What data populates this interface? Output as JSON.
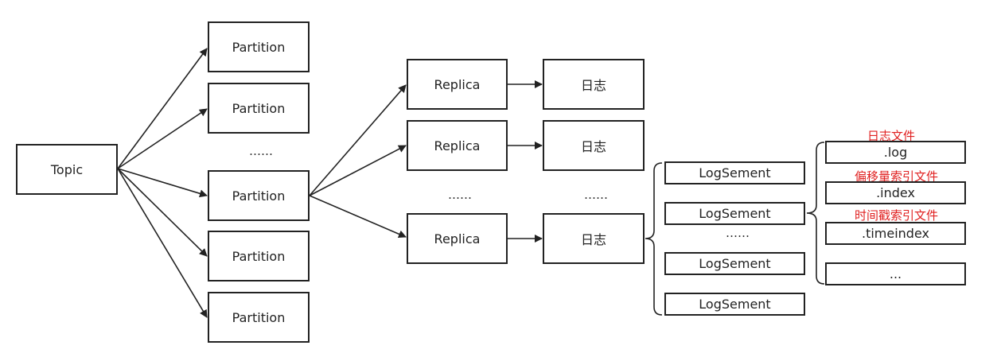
{
  "topic": "Topic",
  "partitions": [
    "Partition",
    "Partition",
    "Partition",
    "Partition"
  ],
  "partition_center": "Partition",
  "partition_ellipsis": "……",
  "replicas": [
    "Replica",
    "Replica",
    "Replica"
  ],
  "replica_ellipsis": "……",
  "logs": [
    "日志",
    "日志",
    "日志"
  ],
  "log_ellipsis": "……",
  "segments": [
    "LogSement",
    "LogSement",
    "LogSement",
    "LogSement"
  ],
  "segment_ellipsis": "……",
  "files": [
    ".log",
    ".index",
    ".timeindex",
    "..."
  ],
  "file_notes": [
    "日志文件",
    "偏移量索引文件",
    "时间戳索引文件"
  ],
  "colors": {
    "note": "#e02020",
    "stroke": "#222222"
  }
}
